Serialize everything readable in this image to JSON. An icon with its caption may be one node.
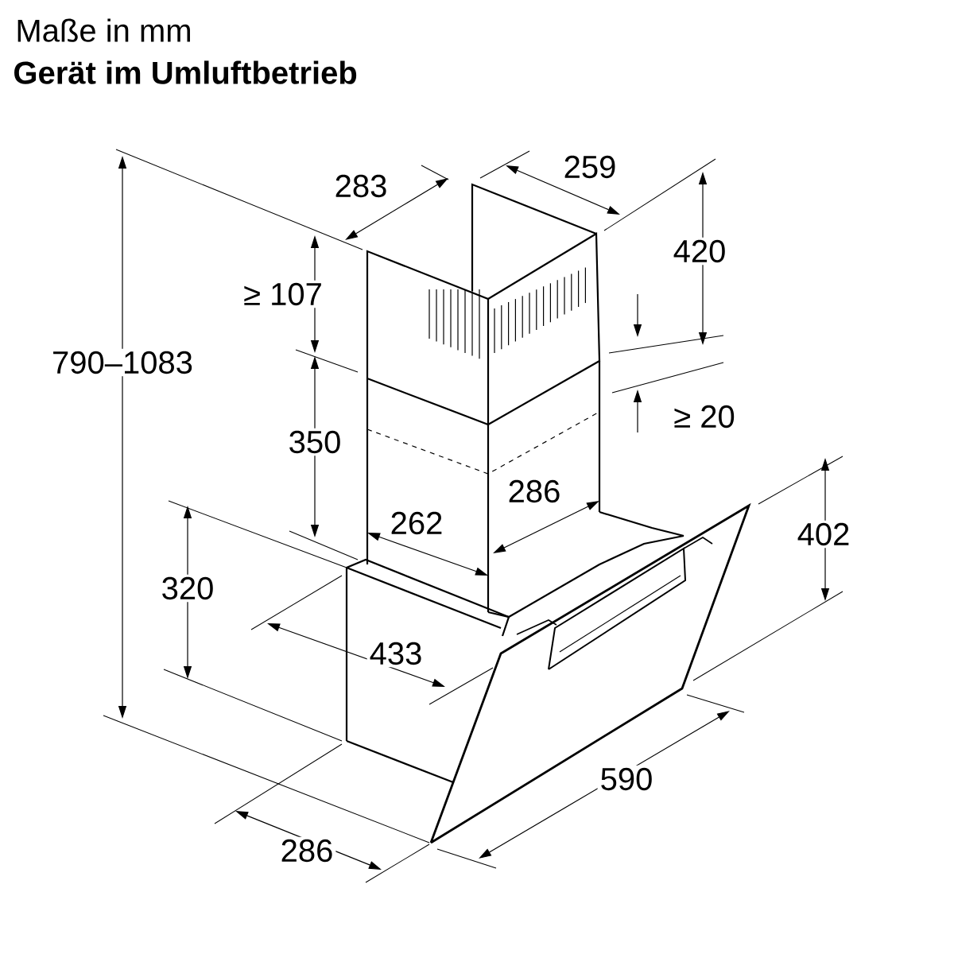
{
  "diagram": {
    "title": "Gerät im Umluftbetrieb",
    "labels": [
      "Maße in mm",
      "259",
      "283",
      "420",
      "≥ 107",
      "790–1083",
      "≥ 20",
      "350",
      "286",
      "262",
      "402",
      "320",
      "433",
      "590",
      "286"
    ]
  }
}
